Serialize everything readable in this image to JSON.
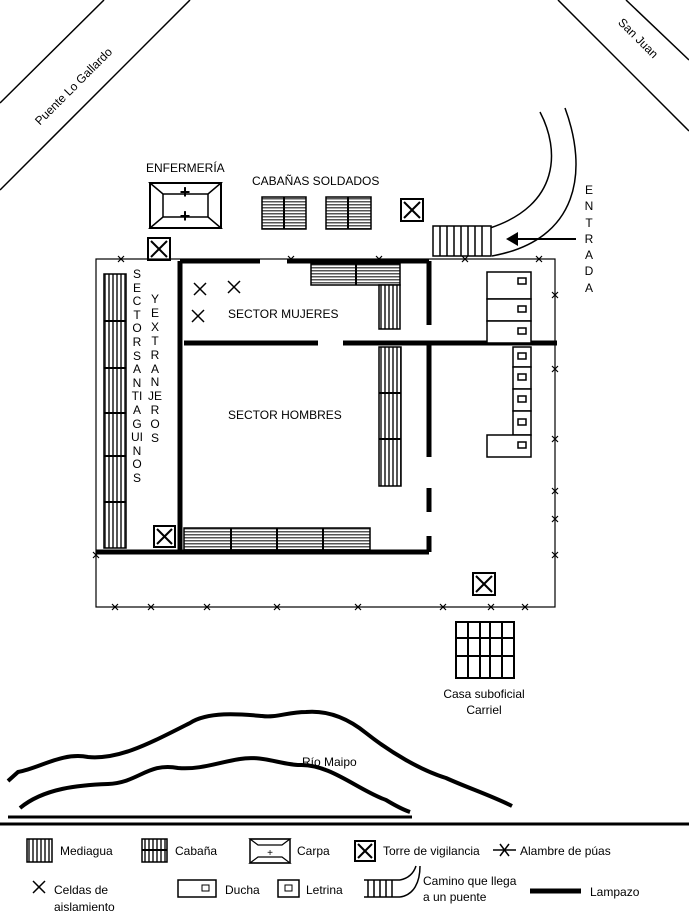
{
  "roads": {
    "left": "Puente Lo Gallardo",
    "right": "San Juan"
  },
  "entrance_label": "ENTRADA",
  "buildings": {
    "enfermeria": "ENFERMERÍA",
    "cabanas_soldados": "CABAÑAS SOLDADOS",
    "casa_suboficial_line1": "Casa suboficial",
    "casa_suboficial_line2": "Carriel"
  },
  "sectors": {
    "santiaguinos": "SECTOR SANTIAGUINOS",
    "extranjeros": "Y EXTRANJEROS",
    "mujeres": "SECTOR MUJERES",
    "hombres": "SECTOR HOMBRES"
  },
  "river": "Río Maipo",
  "legend": {
    "mediagua": "Mediagua",
    "cabana": "Cabaña",
    "carpa": "Carpa",
    "torre": "Torre de vigilancia",
    "alambre": "Alambre de púas",
    "celdas_line1": "Celdas de",
    "celdas_line2": "aislamiento",
    "ducha": "Ducha",
    "letrina": "Letrina",
    "camino_line1": "Camino que llega",
    "camino_line2": "a un puente",
    "lampazo": "Lampazo"
  },
  "colors": {
    "ink": "#000000",
    "fill_gray": "#9a9a9a",
    "background": "#ffffff"
  }
}
